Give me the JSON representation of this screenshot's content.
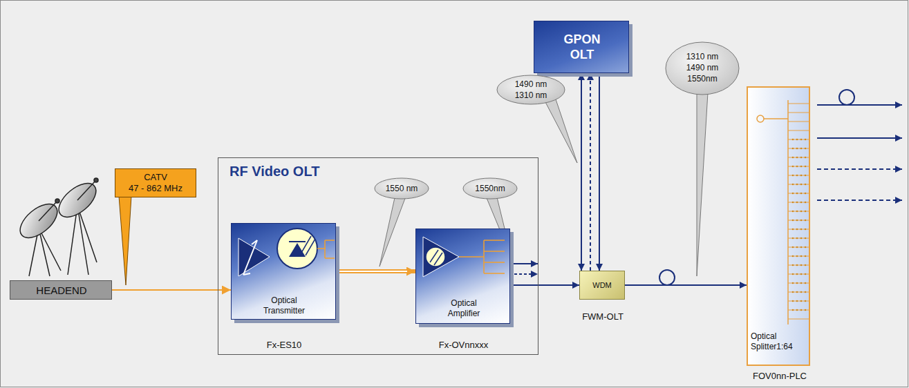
{
  "diagram": {
    "nodes": [
      {
        "text": [
          "HEADEND"
        ]
      },
      {
        "text": [
          "CATV",
          "47 - 862 MHz"
        ]
      },
      {
        "text": [
          "RF Video OLT"
        ]
      },
      {
        "text": [
          "Optical Transmitter",
          "Fx-ES10"
        ],
        "in": 2
      },
      {
        "text": [
          "1550 nm"
        ],
        "in": 2
      },
      {
        "text": [
          "Optical Amplifier",
          "Fx-OVnnxxx"
        ],
        "in": 2
      },
      {
        "text": [
          "1550nm"
        ],
        "in": 2
      },
      {
        "text": [
          "GPON OLT"
        ]
      },
      {
        "text": [
          "1490 nm 1310 nm"
        ]
      },
      {
        "text": [
          "WDM",
          "FWM-OLT"
        ]
      },
      {
        "text": [
          "1310 nm 1490 nm 1550nm"
        ]
      },
      {
        "text": [
          "Optical Splitter1:64",
          "FOV0nn-PLC"
        ]
      }
    ],
    "edges": [
      {
        "from": 0,
        "to": 3,
        "arrow": "to"
      },
      {
        "from": 3,
        "to": 5,
        "arrow": "to"
      },
      {
        "from": 5,
        "to": 9,
        "arrow": "to"
      },
      {
        "from": 7,
        "to": 9,
        "arrow": "both"
      },
      {
        "from": 9,
        "to": 7,
        "arrow": "to"
      },
      {
        "from": 7,
        "to": 9,
        "arrow": "to"
      },
      {
        "from": 9,
        "to": 11,
        "arrow": "to"
      }
    ]
  }
}
